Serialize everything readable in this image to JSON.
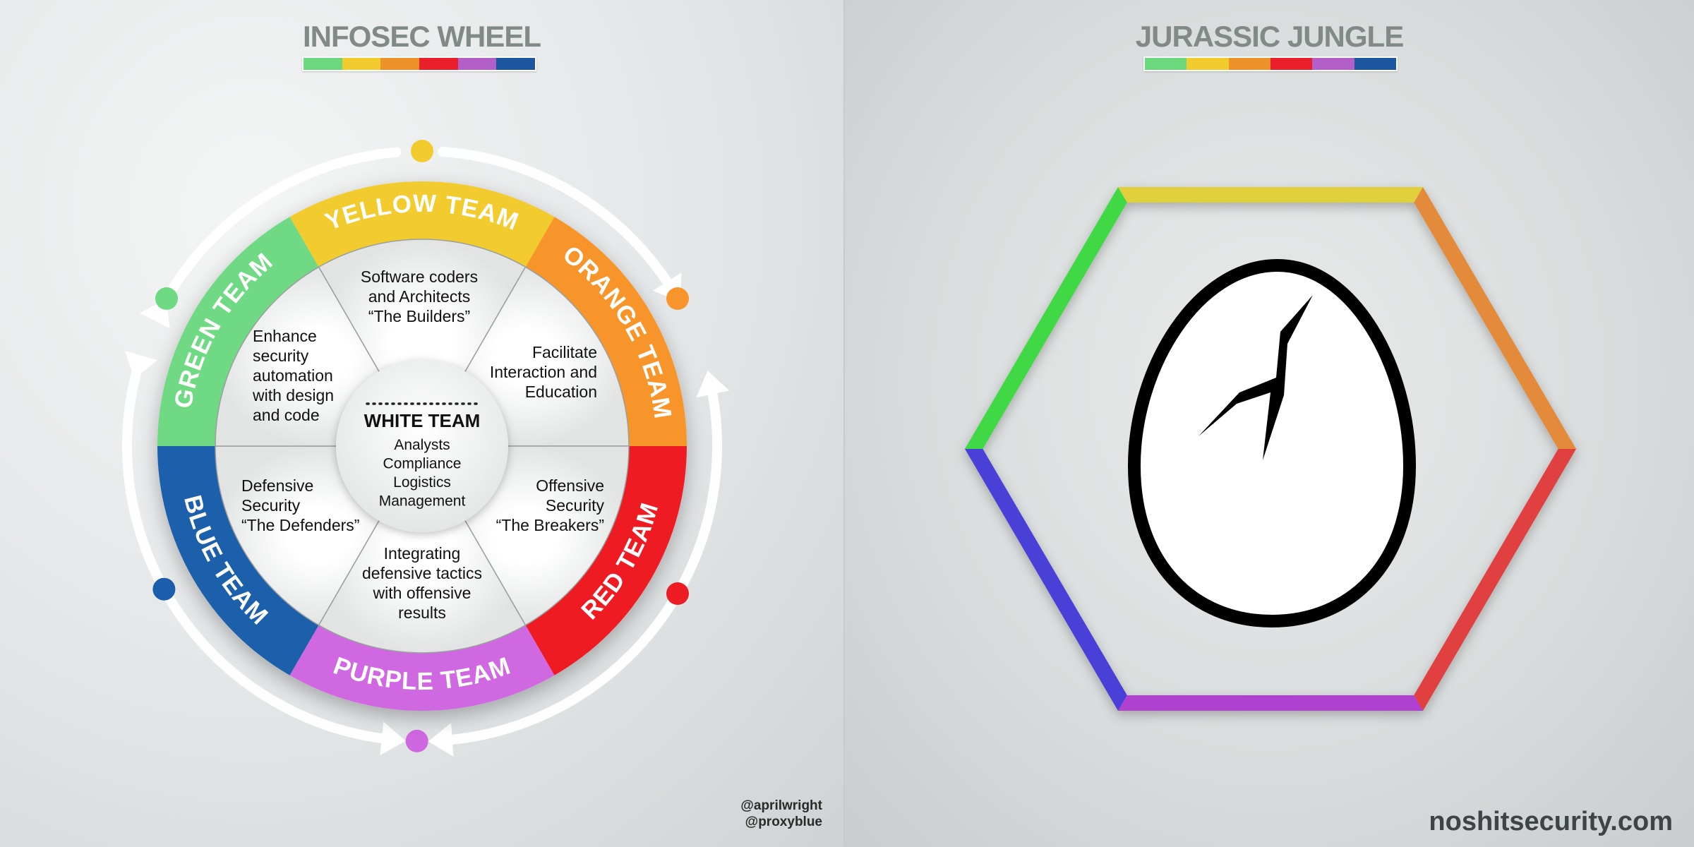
{
  "left": {
    "title": "INFOSEC WHEEL",
    "strip_colors": [
      "#6cd87e",
      "#f2cb2e",
      "#ef9129",
      "#e9202b",
      "#b25fc7",
      "#1d56a0"
    ],
    "segments": [
      {
        "id": "yellow",
        "label": "YELLOW TEAM",
        "color": "#f2cb2e",
        "text": [
          "Software coders",
          "and Architects",
          "“The Builders”"
        ]
      },
      {
        "id": "orange",
        "label": "ORANGE TEAM",
        "color": "#f7952b",
        "text": [
          "Facilitate",
          "Interaction and",
          "Education"
        ]
      },
      {
        "id": "red",
        "label": "RED TEAM",
        "color": "#ee1c24",
        "text": [
          "Offensive",
          "Security",
          "“The Breakers”"
        ]
      },
      {
        "id": "purple",
        "label": "PURPLE TEAM",
        "color": "#cf67e1",
        "text": [
          "Integrating",
          "defensive tactics",
          "with offensive",
          "results"
        ]
      },
      {
        "id": "blue",
        "label": "BLUE TEAM",
        "color": "#1b5eab",
        "text": [
          "Defensive",
          "Security",
          "“The Defenders”"
        ]
      },
      {
        "id": "green",
        "label": "GREEN TEAM",
        "color": "#6fd983",
        "text": [
          "Enhance",
          "security",
          "automation",
          "with design",
          "and code"
        ]
      }
    ],
    "center": {
      "label": "WHITE TEAM",
      "lines": [
        "Analysts",
        "Compliance",
        "Logistics",
        "Management"
      ]
    },
    "credits": [
      "@aprilwright",
      "@proxyblue"
    ]
  },
  "right": {
    "title": "JURASSIC JUNGLE",
    "strip_colors": [
      "#6cd87e",
      "#f2cb2e",
      "#ef9129",
      "#e9202b",
      "#b25fc7",
      "#1d56a0"
    ],
    "hexagon_edge_colors": [
      "#e1cf3a",
      "#e38a3a",
      "#e04040",
      "#e04040",
      "#b03fd0",
      "#4a3fd8",
      "#4a3fd8",
      "#3fd844"
    ],
    "icon": "cracked-egg-icon",
    "site": "noshitsecurity.com"
  }
}
